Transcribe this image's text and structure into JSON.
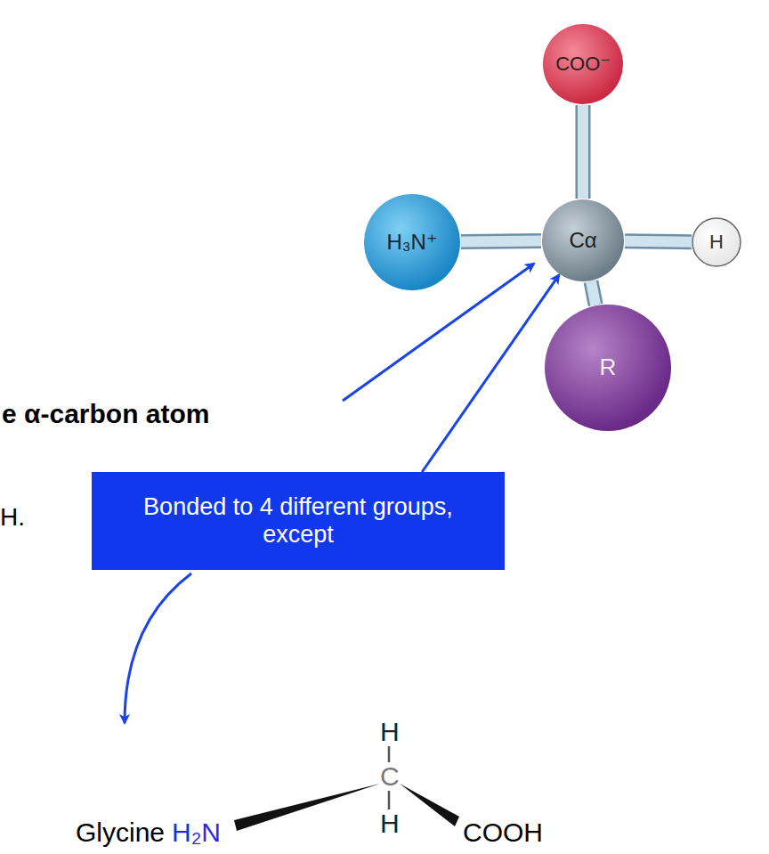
{
  "diagram": {
    "nodes": [
      {
        "text": [
          "COO⁻"
        ]
      },
      {
        "text": [
          "H₃N⁺"
        ]
      },
      {
        "text": [
          "Cα"
        ]
      },
      {
        "text": [
          "H"
        ]
      },
      {
        "text": [
          "R"
        ]
      },
      {
        "text": [
          "Bonded to 4 different groups, except"
        ]
      }
    ],
    "edges": [
      {
        "from": 2,
        "to": 0,
        "arrow": "none"
      },
      {
        "from": 1,
        "to": 2,
        "arrow": "none"
      },
      {
        "from": 2,
        "to": 3,
        "arrow": "none"
      },
      {
        "from": 2,
        "to": 4,
        "arrow": "none"
      },
      {
        "from": 5,
        "to": 2,
        "arrow": "to"
      }
    ],
    "labels": [
      "e α-carbon atom",
      "H.",
      "H",
      "C",
      "H₂N",
      "H",
      "Glycine",
      "COOH"
    ]
  }
}
